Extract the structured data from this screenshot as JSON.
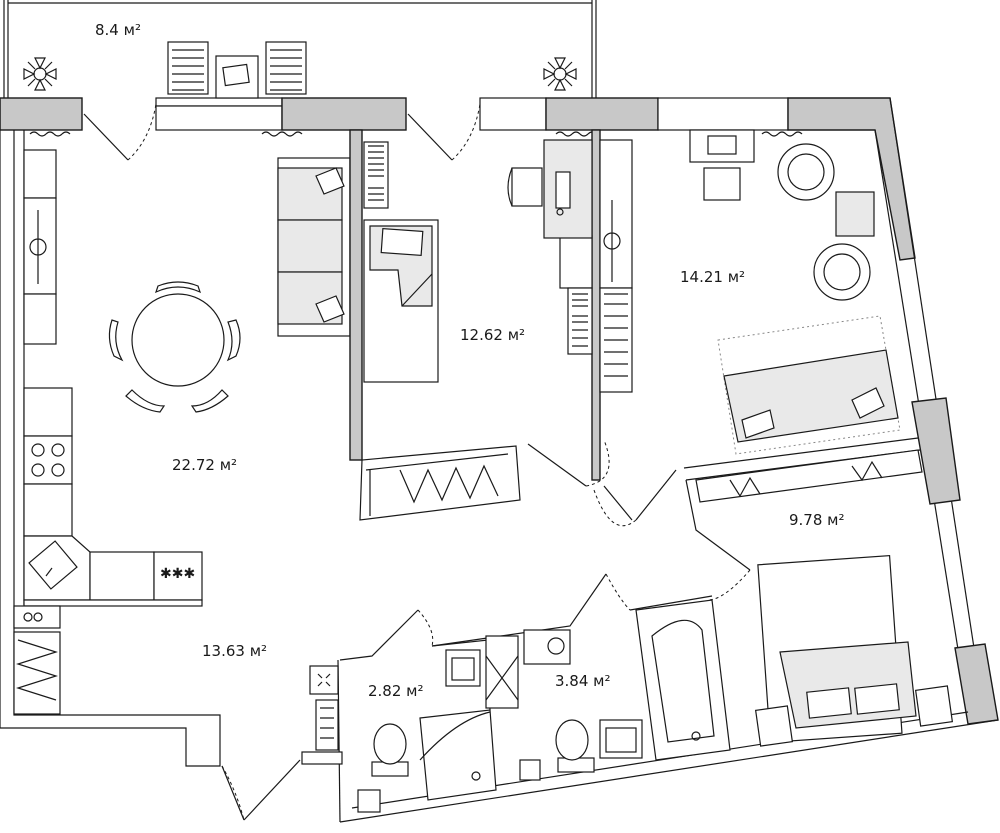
{
  "rooms": [
    {
      "id": "balcony",
      "area": "8.4 м²"
    },
    {
      "id": "kitchen-living",
      "area": "22.72 м²"
    },
    {
      "id": "bedroom-1",
      "area": "12.62 м²"
    },
    {
      "id": "bedroom-2",
      "area": "14.21 м²"
    },
    {
      "id": "bedroom-3",
      "area": "9.78 м²"
    },
    {
      "id": "hallway",
      "area": "13.63 м²"
    },
    {
      "id": "wc",
      "area": "2.82 м²"
    },
    {
      "id": "bathroom",
      "area": "3.84 м²"
    }
  ],
  "icons": [
    "plant-icon",
    "deck-chair-icon",
    "sofa-icon",
    "dining-table-icon",
    "laptop-icon",
    "armchair-icon",
    "bed-icon",
    "toilet-icon",
    "bathtub-icon",
    "sink-icon",
    "shower-icon",
    "washing-machine-icon",
    "stove-icon"
  ],
  "colors": {
    "wall": "#c8c8c8",
    "line": "#1a1a1a",
    "furniture": "#e9e9e9"
  }
}
